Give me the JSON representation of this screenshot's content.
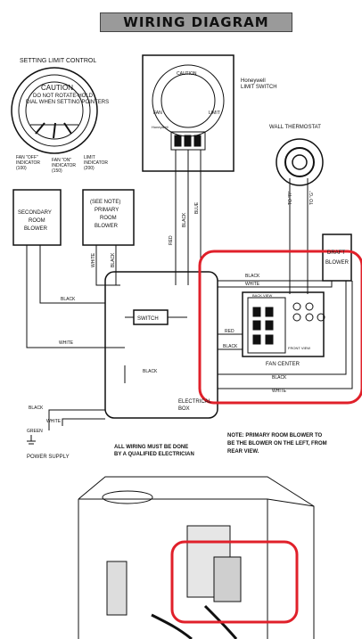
{
  "title": "WIRING DIAGRAM",
  "labels": {
    "setting_limit_control": "SETTING LIMIT CONTROL",
    "caution": "CAUTION",
    "caution_text_1": "DO NOT ROTATE-HOLD",
    "caution_text_2": "DIAL WHEN SETTING POINTERS",
    "fan_off_indicator_1": "FAN \"OFF\"",
    "fan_off_indicator_2": "INDICATOR",
    "fan_off_indicator_3": "(100)",
    "fan_on_indicator_1": "FAN \"ON\"",
    "fan_on_indicator_2": "INDICATOR",
    "fan_on_indicator_3": "(150)",
    "limit_indicator_1": "LIMIT",
    "limit_indicator_2": "INDICATOR",
    "limit_indicator_3": "(200)",
    "honeywell_1": "Honeywell",
    "honeywell_2": "LIMIT SWITCH",
    "wall_thermostat": "WALL THERMOSTAT",
    "to_r": "TO \"R\"",
    "to_g": "TO \"G\"",
    "secondary_1": "SECONDARY",
    "secondary_2": "ROOM",
    "secondary_3": "BLOWER",
    "primary_1": "(SEE NOTE)",
    "primary_2": "PRIMARY",
    "primary_3": "ROOM",
    "primary_4": "BLOWER",
    "draft_1": "DRAFT",
    "draft_2": "BLOWER",
    "switch": "SWITCH",
    "electric_box_1": "ELECTRICAL",
    "electric_box_2": "BOX",
    "fan_center": "FAN CENTER",
    "back_view": "BACK VIEW",
    "front_view": "FRONT VIEW",
    "power_supply": "POWER SUPPLY",
    "green": "GREEN",
    "white": "WHITE",
    "black": "BLACK",
    "red": "RED",
    "blue": "BLUE",
    "warning_1": "ALL WIRING MUST BE DONE",
    "warning_2": "BY A QUALIFIED ELECTRICIAN",
    "note_1": "NOTE: PRIMARY ROOM BLOWER TO",
    "note_2": "BE THE BLOWER ON THE LEFT, FROM",
    "note_3": "REAR VIEW.",
    "honeywell_device": "Honeywell",
    "limit": "LIMIT",
    "fan": "FAN"
  },
  "colors": {
    "highlight": "#e0202a",
    "ink": "#111111",
    "banner": "#9a9a9a"
  }
}
